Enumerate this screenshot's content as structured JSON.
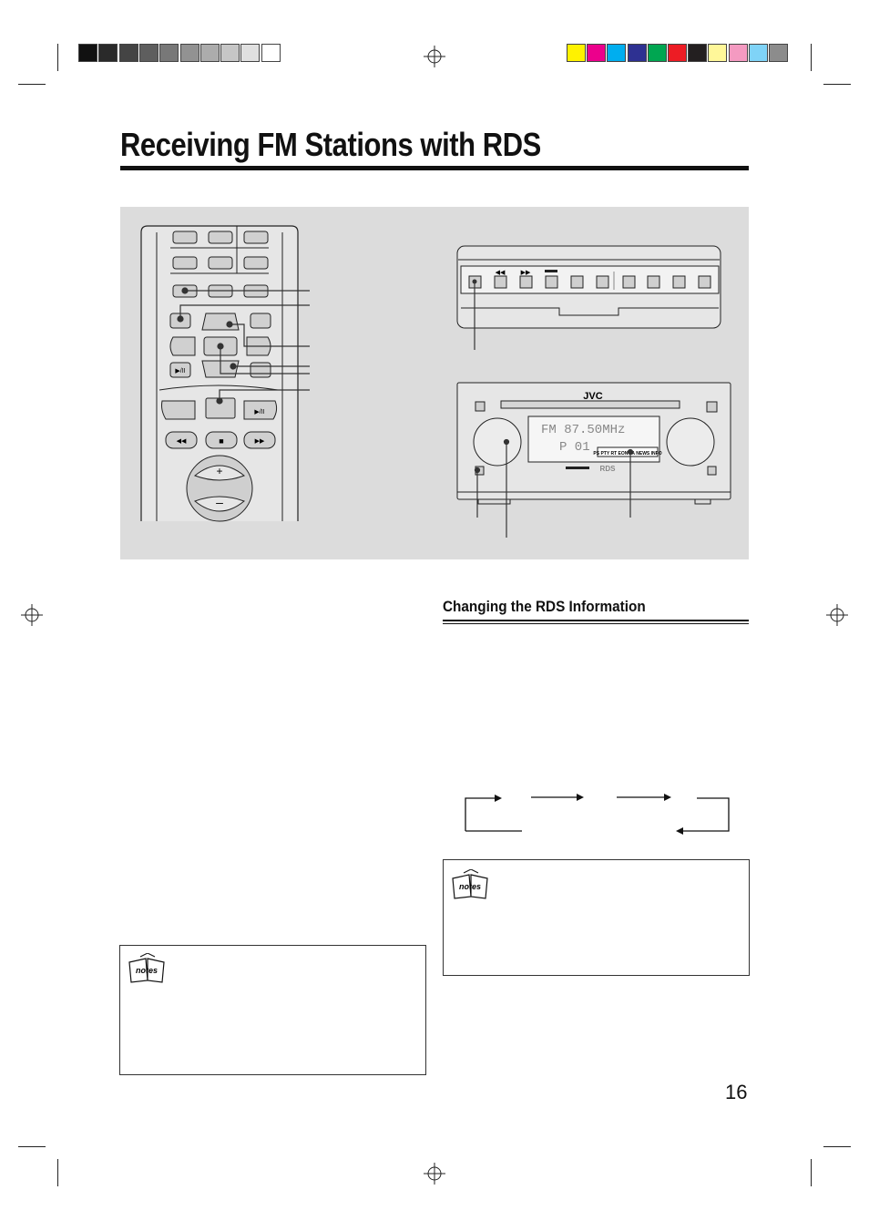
{
  "page": {
    "title": "Receiving FM Stations with RDS",
    "section_heading": "Changing the RDS Information",
    "page_number": "16"
  },
  "display_unit": {
    "brand": "JVC",
    "display_line1": "FM 87.50MHz",
    "display_line2": "P 01",
    "rds_indicators": "PS PTY RT EON TA NEWS INFO",
    "lower_badge": "RDS"
  },
  "remote": {
    "plus_label": "+",
    "minus_label": "–",
    "play_pause_symbol": "▶/II",
    "prev_symbol": "◀◀",
    "next_symbol": "▶▶",
    "stop_symbol": "■"
  },
  "notes": {
    "label": "notes"
  },
  "colors": {
    "panel_bg": "#dcdcdc",
    "gray_bar": [
      "#111111",
      "#2a2a2a",
      "#444444",
      "#5e5e5e",
      "#787878",
      "#929292",
      "#acacac",
      "#c6c6c6",
      "#e0e0e0",
      "#ffffff"
    ],
    "color_bar": [
      "#fff200",
      "#ec008c",
      "#00aeef",
      "#2e3192",
      "#00a651",
      "#ed1c24",
      "#231f20",
      "#fff799",
      "#f49ac1",
      "#7fd3f7",
      "#8c8c8c"
    ]
  }
}
